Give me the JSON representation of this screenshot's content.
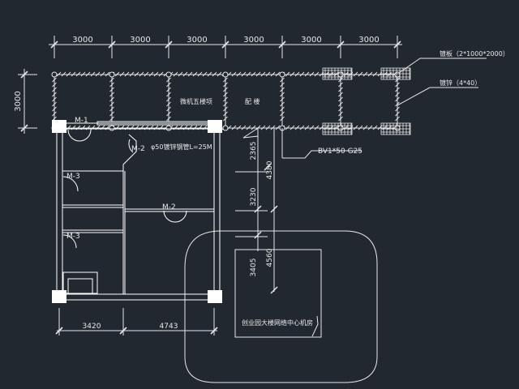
{
  "top_dims": [
    "3000",
    "3000",
    "3000",
    "3000",
    "3000",
    "3000"
  ],
  "left_dim": "3000",
  "bottom_dims": [
    "3420",
    "4743"
  ],
  "vertical_dims": [
    "2365",
    "4380",
    "3230",
    "3405",
    "4560"
  ],
  "doors": [
    "M-1",
    "M-2",
    "M-3",
    "M-2",
    "M-3"
  ],
  "bay_labels": [
    "微机五楼项",
    "配 楼"
  ],
  "pipe_note": "φ50镀锌钢管L=25M",
  "cable_note": "BV1*50 G25",
  "ground_plate_note": "镀板（2*1000*2000）",
  "ground_strip_note": "镀锌（4*40）",
  "building_label": "创业园大楼网络中心机房",
  "colors": {
    "bg": "#212830",
    "line": "#e8e8e8",
    "wall": "#ffffff"
  }
}
